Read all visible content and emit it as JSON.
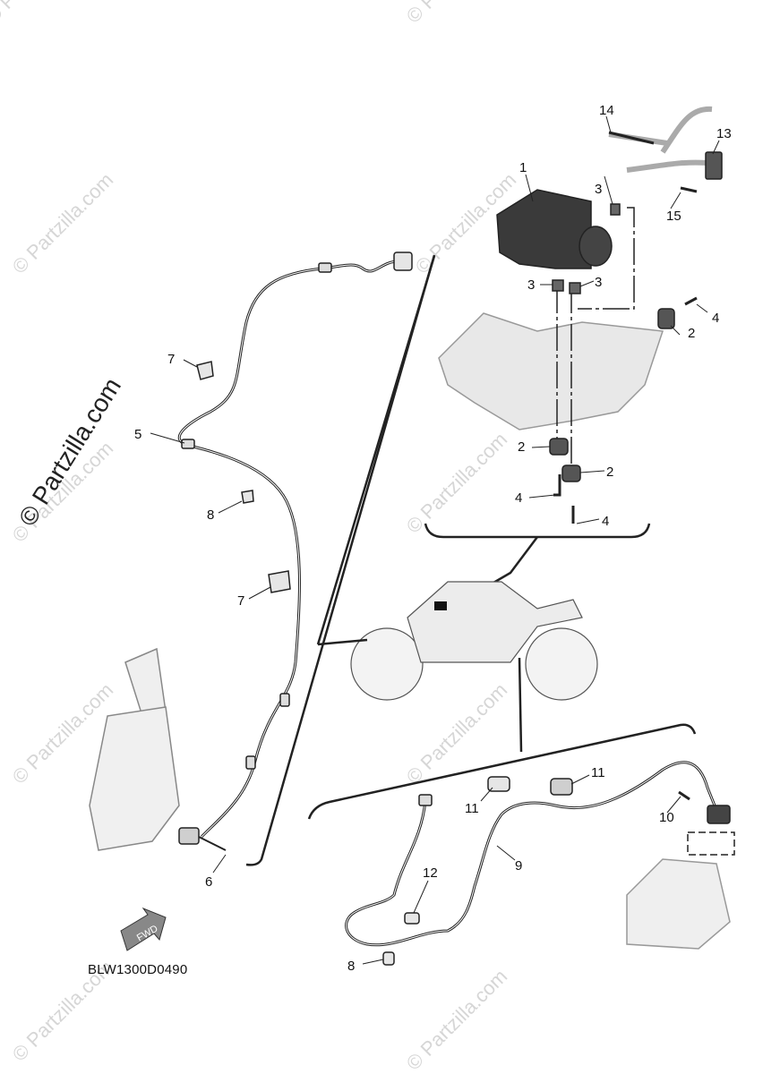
{
  "watermark": {
    "main": "© Partzilla.com",
    "repeat": "© Partzilla.com"
  },
  "diagram_code": "BLW1300D0490",
  "fwd_arrow_label": "FWD",
  "callouts": {
    "c1": "1",
    "c2a": "2",
    "c2b": "2",
    "c2c": "2",
    "c3a": "3",
    "c3b": "3",
    "c3c": "3",
    "c4a": "4",
    "c4b": "4",
    "c4c": "4",
    "c5": "5",
    "c6": "6",
    "c7a": "7",
    "c7b": "7",
    "c8a": "8",
    "c8b": "8",
    "c9": "9",
    "c10": "10",
    "c11a": "11",
    "c11b": "11",
    "c12": "12",
    "c13": "13",
    "c14": "14",
    "c15": "15"
  },
  "colors": {
    "line": "#222222",
    "part_fill": "#e9e9e9",
    "part_dark": "#3a3a3a",
    "watermark": "#d6d6d6"
  }
}
